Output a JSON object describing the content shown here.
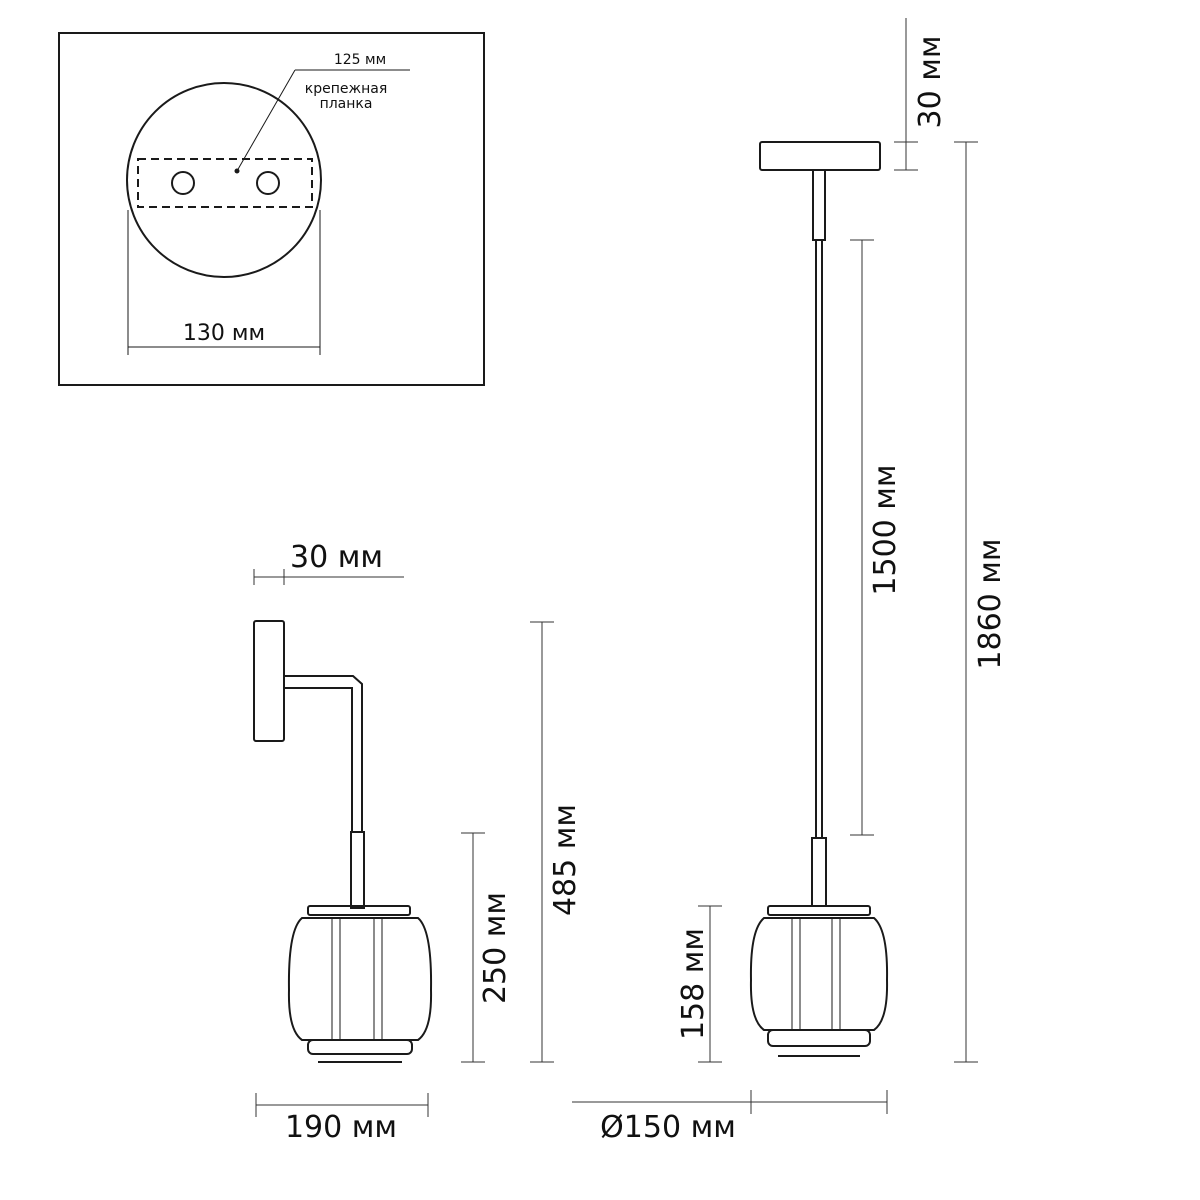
{
  "labels": {
    "inset_125": "125 мм",
    "inset_note_line1": "крепежная",
    "inset_note_line2": "планка",
    "inset_130": "130 мм",
    "wall_depth_30": "30 мм",
    "wall_height_485": "485 мм",
    "wall_shade_250": "250 мм",
    "wall_width_190": "190 мм",
    "pendant_canopy_30": "30 мм",
    "pendant_rod_1500": "1500 мм",
    "pendant_total_1860": "1860 мм",
    "pendant_shade_158": "158 мм",
    "pendant_diameter_150": "Ø150 мм"
  }
}
